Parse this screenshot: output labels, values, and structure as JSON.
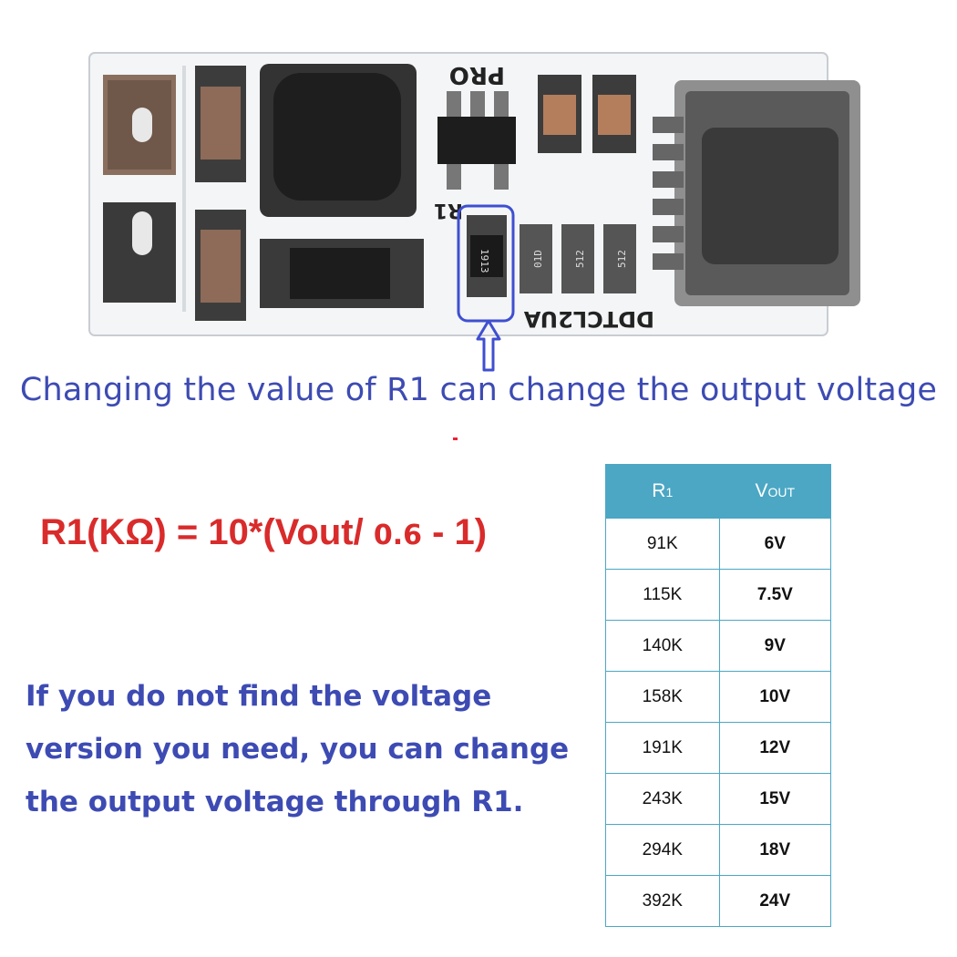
{
  "board": {
    "silk_pro": "PRO",
    "silk_r1": "R1",
    "silk_model": "DDTCL2UA",
    "r1_marking": "1913",
    "resistor_marking_a": "01D",
    "resistor_marking_b": "512",
    "resistor_marking_c": "512"
  },
  "caption": "Changing the value of R1 can change the output voltage",
  "formula": {
    "lead": "R1(KΩ) = 10*(Vout/ ",
    "mid": "0.6",
    "tail": " - 1)"
  },
  "note": {
    "line1": "If you do not find the voltage",
    "line2": "version you need, you can change",
    "line3": "the output voltage through R1."
  },
  "table": {
    "header_r": "R",
    "header_r_sub": "1",
    "header_v": "V",
    "header_v_sub": "OUT",
    "rows": [
      {
        "r": "91K",
        "v": "6V"
      },
      {
        "r": "115K",
        "v": "7.5V"
      },
      {
        "r": "140K",
        "v": "9V"
      },
      {
        "r": "158K",
        "v": "10V"
      },
      {
        "r": "191K",
        "v": "12V"
      },
      {
        "r": "243K",
        "v": "15V"
      },
      {
        "r": "294K",
        "v": "18V"
      },
      {
        "r": "392K",
        "v": "24V"
      }
    ]
  },
  "colors": {
    "accent_blue": "#3d4bb3",
    "formula_red": "#d92b2b",
    "table_header": "#4ba7c4",
    "highlight_box": "#3f4fd0"
  }
}
